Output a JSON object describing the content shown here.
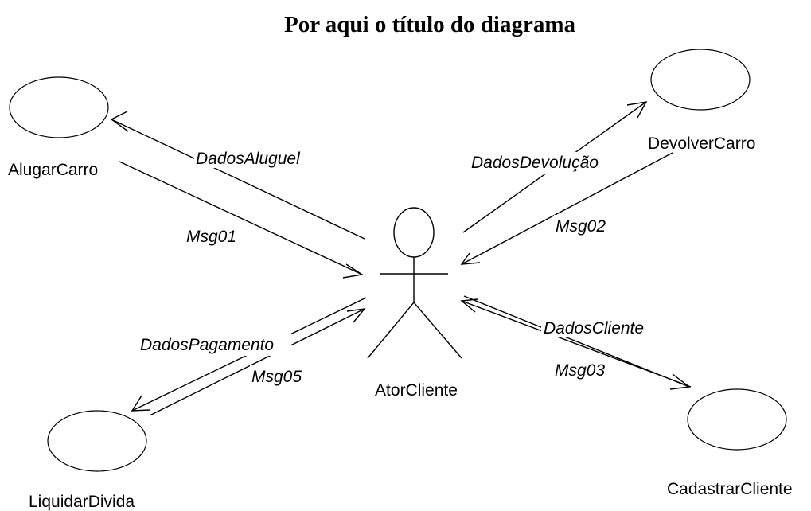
{
  "title": "Por aqui o título do diagrama",
  "actor": {
    "label": "AtorCliente"
  },
  "use_cases": {
    "alugar": {
      "label": "AlugarCarro"
    },
    "devolver": {
      "label": "DevolverCarro"
    },
    "cadastrar": {
      "label": "CadastrarCliente"
    },
    "liquidar": {
      "label": "LiquidarDivida"
    }
  },
  "messages": {
    "dados_aluguel": "DadosAluguel",
    "msg01": "Msg01",
    "dados_devolucao": "DadosDevolução",
    "msg02": "Msg02",
    "dados_cliente": "DadosCliente",
    "msg03": "Msg03",
    "dados_pagamento": "DadosPagamento",
    "msg05": "Msg05"
  }
}
